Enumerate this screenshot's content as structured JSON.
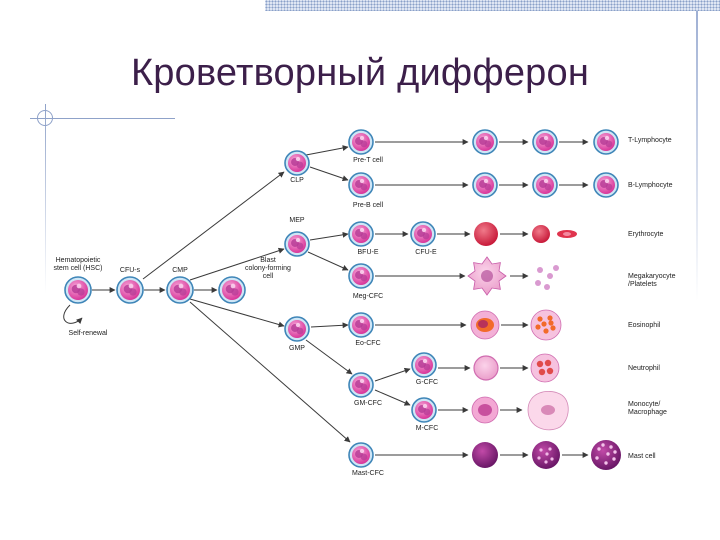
{
  "slide": {
    "title": "Кроветворный дифферон"
  },
  "colors": {
    "arrow": "#3a3a3a",
    "cell_ring": "#3f86b8",
    "cell_fill": "#e24fa9",
    "nucleus": "#b73c97",
    "erythrocyte": "#e0344e",
    "eosinophil_granules": "#f26a2a",
    "mast_cell": "#8f2a8c"
  },
  "labels": {
    "hsc": "Hematopoietic\nstem cell (HSC)",
    "self_renewal": "Self-renewal",
    "cfu_s": "CFU-s",
    "cmp": "CMP",
    "blast": "Blast\ncolony-forming\ncell",
    "clp": "CLP",
    "mep": "MEP",
    "gmp": "GMP",
    "pre_t": "Pre-T cell",
    "pre_b": "Pre-B cell",
    "bfu_e": "BFU-E",
    "cfu_e": "CFU-E",
    "meg_cfc": "Meg-CFC",
    "eo_cfc": "Eo-CFC",
    "gm_cfc": "GM-CFC",
    "g_cfc": "G-CFC",
    "m_cfc": "M-CFC",
    "mast_cfc": "Mast-CFC"
  },
  "outputs": [
    "T-Lymphocyte",
    "B-Lymphocyte",
    "Erythrocyte",
    "Megakaryocyte\n/Platelets",
    "Eosinophil",
    "Neutrophil",
    "Monocyte/\nMacrophage",
    "Mast cell"
  ]
}
